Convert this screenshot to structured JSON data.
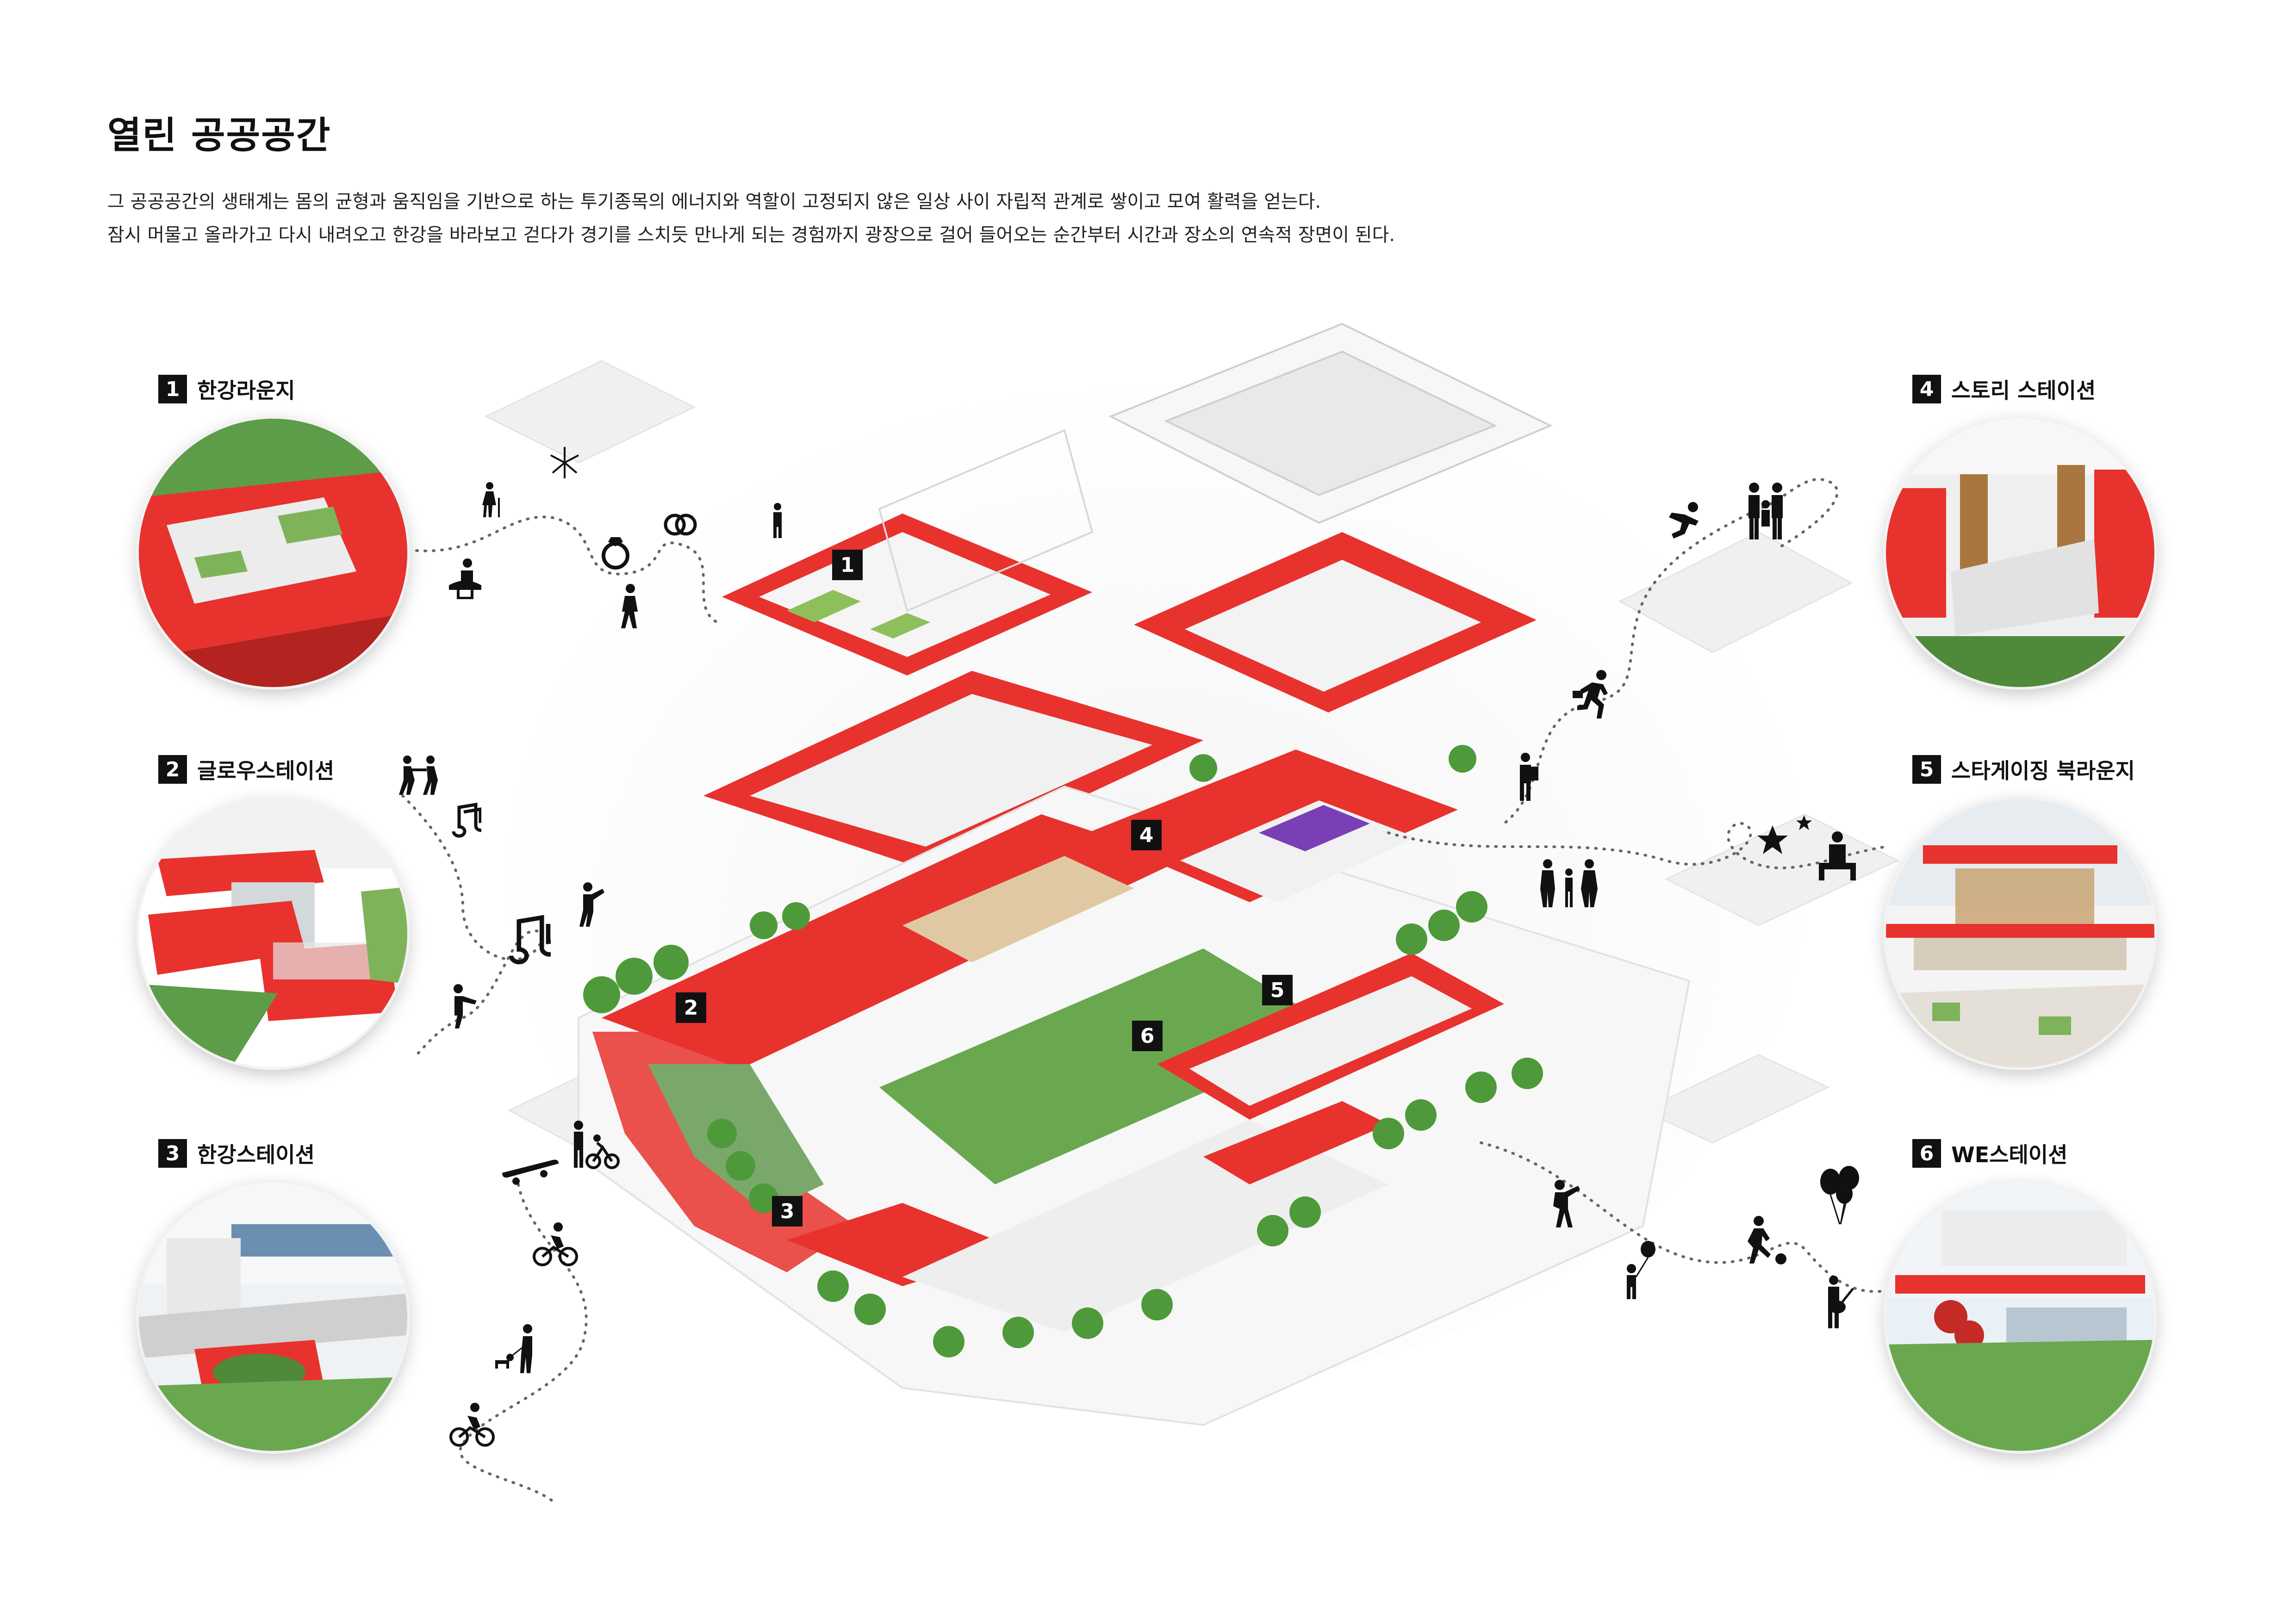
{
  "title": "열린 공공공간",
  "description": [
    "그 공공공간의 생태계는 몸의 균형과 움직임을 기반으로 하는 투기종목의 에너지와 역할이 고정되지 않은 일상 사이 자립적 관계로 쌓이고 모여 활력을 얻는다.",
    "잠시 머물고  올라가고 다시 내려오고 한강을 바라보고 걷다가 경기를 스치듯 만나게 되는 경험까지 광장으로 걸어 들어오는 순간부터 시간과 장소의 연속적 장면이 된다."
  ],
  "spaces": [
    {
      "num": "1",
      "name": "한강라운지"
    },
    {
      "num": "2",
      "name": "글로우스테이션"
    },
    {
      "num": "3",
      "name": "한강스테이션"
    },
    {
      "num": "4",
      "name": "스토리 스테이션"
    },
    {
      "num": "5",
      "name": "스타게이징 북라운지"
    },
    {
      "num": "6",
      "name": "WE스테이션"
    }
  ],
  "map_markers": [
    "1",
    "2",
    "3",
    "4",
    "5",
    "6"
  ],
  "colors": {
    "accent": "#e8322e",
    "grass": "#6aa84f",
    "tree": "#4e9a3a",
    "building": "#efefef",
    "dark": "#111111"
  },
  "icons": [
    "elderly-person-icon",
    "fireworks-icon",
    "ring-icon",
    "wedding-rings-icon",
    "standing-person-icon",
    "child-on-toy-icon",
    "walking-person-icon",
    "dancing-couple-icon",
    "music-note-icon",
    "dancer-icon",
    "kicking-person-icon",
    "parent-child-bike-icon",
    "skateboard-icon",
    "cyclist-icon",
    "dog-walker-icon",
    "jumping-person-icon",
    "family-icon",
    "running-person-icon",
    "backpacker-icon",
    "star-icon",
    "sitting-reader-icon",
    "family-walk-icon",
    "climber-icon",
    "balloons-icon",
    "soccer-player-icon",
    "child-balloon-icon",
    "guitarist-icon"
  ]
}
